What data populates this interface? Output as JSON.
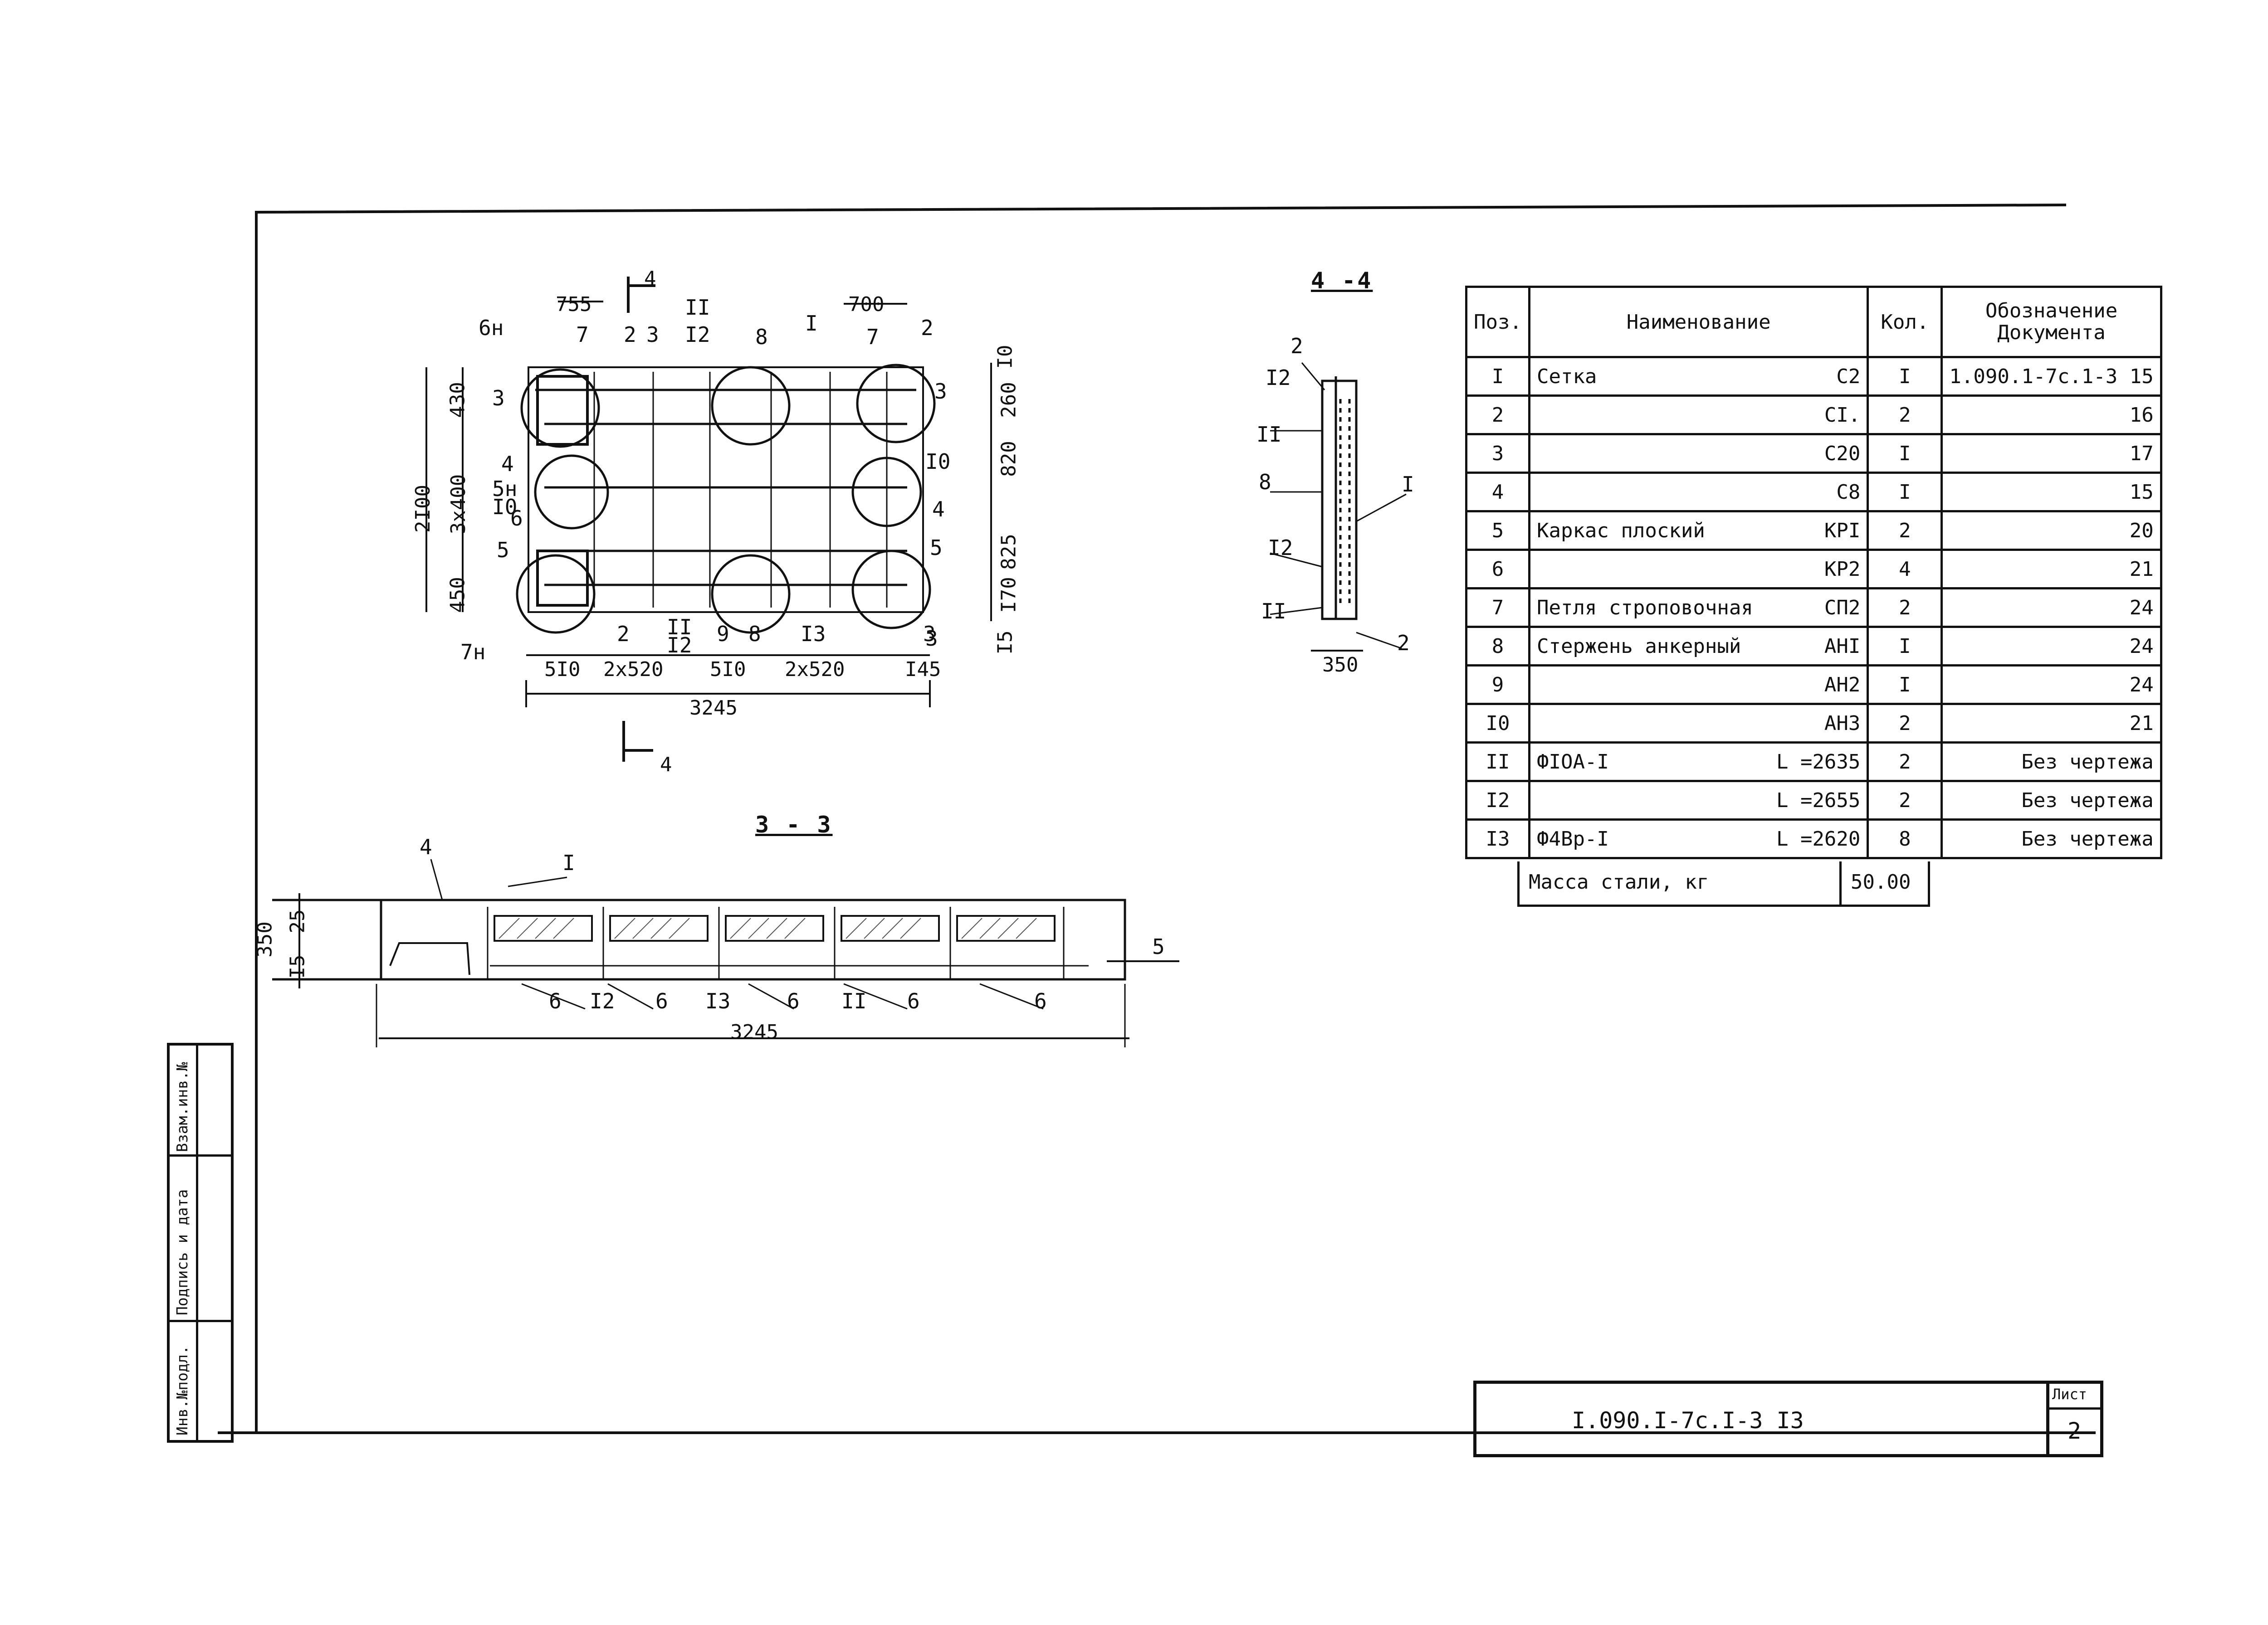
{
  "plan_view": {
    "section_marks": [
      "4",
      "4"
    ],
    "top_dims": [
      "755",
      "700"
    ],
    "top_labels": [
      "6н",
      "7",
      "2",
      "3",
      "II",
      "I2",
      "8",
      "I",
      "7",
      "2"
    ],
    "right_labels": [
      "3",
      "I0",
      "4",
      "5",
      "3"
    ],
    "left_labels": [
      "3",
      "4",
      "5н",
      "I0",
      "6",
      "5",
      "7н"
    ],
    "left_dims": [
      "430",
      "2I00",
      "3x400",
      "450"
    ],
    "right_dims": [
      "I0",
      "260",
      "820",
      "825",
      "I70",
      "I5"
    ],
    "bottom_labels": [
      "2",
      "II",
      "I2",
      "9",
      "8",
      "I3",
      "3"
    ],
    "bottom_dims": [
      "5I0",
      "2x520",
      "5I0",
      "2x520",
      "I45"
    ],
    "overall_length": "3245"
  },
  "section_4_4": {
    "title": "4 -4",
    "labels": [
      "2",
      "I2",
      "II",
      "8",
      "I",
      "I2",
      "II",
      "2"
    ],
    "width_dim": "350"
  },
  "section_3_3": {
    "title": "3 - 3",
    "top_labels": [
      "4",
      "I"
    ],
    "right_label": "5",
    "left_dims": [
      "350",
      "25",
      "I5"
    ],
    "bottom_labels": [
      "6",
      "I2",
      "6",
      "I3",
      "6",
      "II",
      "6",
      "6"
    ],
    "overall_length": "3245"
  },
  "spec_table": {
    "headers": {
      "pos": "Поз.",
      "name": "Наименование",
      "qty": "Кол.",
      "doc": "Обозначение Документа"
    },
    "rows": [
      {
        "pos": "I",
        "name": "Сетка",
        "mark": "С2",
        "qty": "I",
        "doc": "1.090.1-7с.1-3  15"
      },
      {
        "pos": "2",
        "name": "",
        "mark": "СI.",
        "qty": "2",
        "doc": "16"
      },
      {
        "pos": "3",
        "name": "",
        "mark": "С20",
        "qty": "I",
        "doc": "17"
      },
      {
        "pos": "4",
        "name": "",
        "mark": "С8",
        "qty": "I",
        "doc": "15"
      },
      {
        "pos": "5",
        "name": "Каркас плоский",
        "mark": "КРI",
        "qty": "2",
        "doc": "20"
      },
      {
        "pos": "6",
        "name": "",
        "mark": "КР2",
        "qty": "4",
        "doc": "21"
      },
      {
        "pos": "7",
        "name": "Петля строповочная",
        "mark": "СП2",
        "qty": "2",
        "doc": "24"
      },
      {
        "pos": "8",
        "name": "Стержень анкерный",
        "mark": "АНI",
        "qty": "I",
        "doc": "24"
      },
      {
        "pos": "9",
        "name": "",
        "mark": "АН2",
        "qty": "I",
        "doc": "24"
      },
      {
        "pos": "I0",
        "name": "",
        "mark": "АН3",
        "qty": "2",
        "doc": "21"
      },
      {
        "pos": "II",
        "name": "ФIOA-I",
        "mark": "L =2635",
        "qty": "2",
        "doc": "Без чертежа"
      },
      {
        "pos": "I2",
        "name": "",
        "mark": "L =2655",
        "qty": "2",
        "doc": "Без чертежа"
      },
      {
        "pos": "I3",
        "name": "Ф4Вр-I",
        "mark": "L =2620",
        "qty": "8",
        "doc": "Без чертежа"
      }
    ],
    "mass_label": "Масса стали,   кг",
    "mass_value": "50.00"
  },
  "title_block": {
    "code": "I.090.I-7с.I-3 I3",
    "sheet_label": "Лист",
    "sheet_number": "2"
  },
  "side_stamp": {
    "inv_original": "Инв.№подл.",
    "sign_date": "Подпись и дата",
    "inv_replace": "Взам.инв.№"
  }
}
